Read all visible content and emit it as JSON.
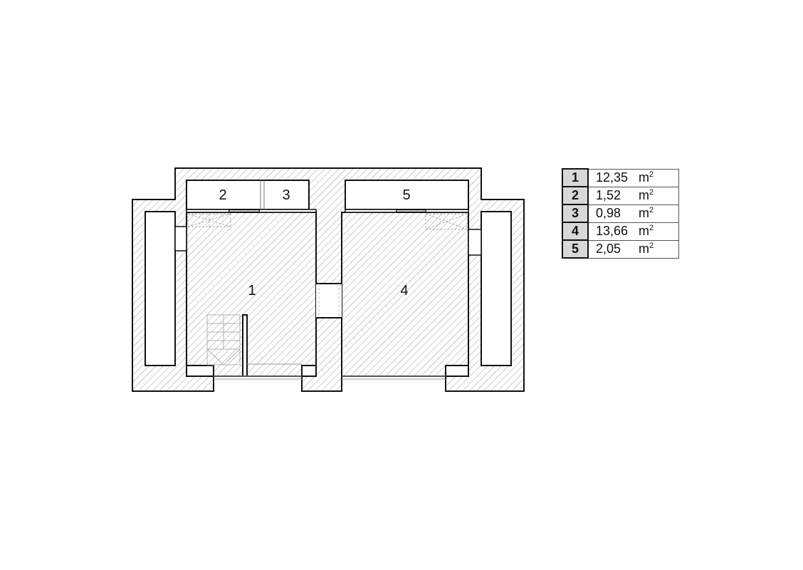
{
  "plan": {
    "room_labels": [
      "1",
      "2",
      "3",
      "4",
      "5"
    ]
  },
  "legend": {
    "rows": [
      {
        "num": "1",
        "value": "12,35",
        "unit": "m",
        "exp": "2"
      },
      {
        "num": "2",
        "value": "1,52",
        "unit": "m",
        "exp": "2"
      },
      {
        "num": "3",
        "value": "0,98",
        "unit": "m",
        "exp": "2"
      },
      {
        "num": "4",
        "value": "13,66",
        "unit": "m",
        "exp": "2"
      },
      {
        "num": "5",
        "value": "2,05",
        "unit": "m",
        "exp": "2"
      }
    ]
  },
  "colors": {
    "wall_line": "#111111",
    "hatch": "#9a9a9a",
    "fixture": "#b0b0b0",
    "legend_number_bg": "#d8d8d8"
  }
}
